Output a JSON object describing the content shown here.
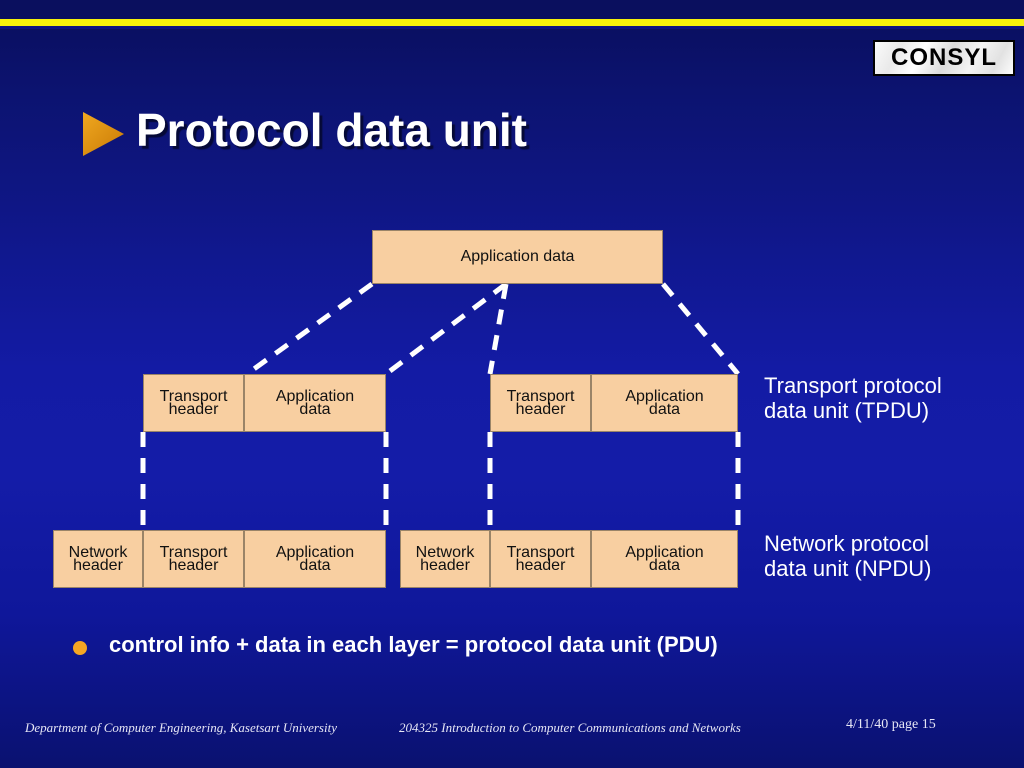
{
  "slide": {
    "logo": "CONSYL",
    "title": "Protocol data unit",
    "title_bullet_icon": "triangle-right-icon"
  },
  "diagram": {
    "top_box": {
      "label": "Application data"
    },
    "tpdu_left": [
      {
        "label": "Transport\nheader"
      },
      {
        "label": "Application\ndata"
      }
    ],
    "tpdu_right": [
      {
        "label": "Transport\nheader"
      },
      {
        "label": "Application\ndata"
      }
    ],
    "npdu_left": [
      {
        "label": "Network\nheader"
      },
      {
        "label": "Transport\nheader"
      },
      {
        "label": "Application\ndata"
      }
    ],
    "npdu_right": [
      {
        "label": "Network\nheader"
      },
      {
        "label": "Transport\nheader"
      },
      {
        "label": "Application\ndata"
      }
    ],
    "caption_tpdu": "Transport protocol\ndata unit (TPDU)",
    "caption_npdu": "Network protocol\ndata unit (NPDU)"
  },
  "bullet": {
    "icon": "bullet-dot-icon",
    "text": "control info + data  in each layer = protocol data unit (PDU)"
  },
  "footer": {
    "department": "Department of Computer Engineering, Kasetsart University",
    "course": "204325 Introduction to Computer Communications and Networks",
    "date_page": "4/11/40   page 15"
  },
  "colors": {
    "background_top": "#090e5c",
    "background_mid": "#141CA8",
    "accent_bar": "#F7F10B",
    "box_fill": "#F8CFA1",
    "bullet": "#F5A623",
    "arrow": "#E79415"
  }
}
